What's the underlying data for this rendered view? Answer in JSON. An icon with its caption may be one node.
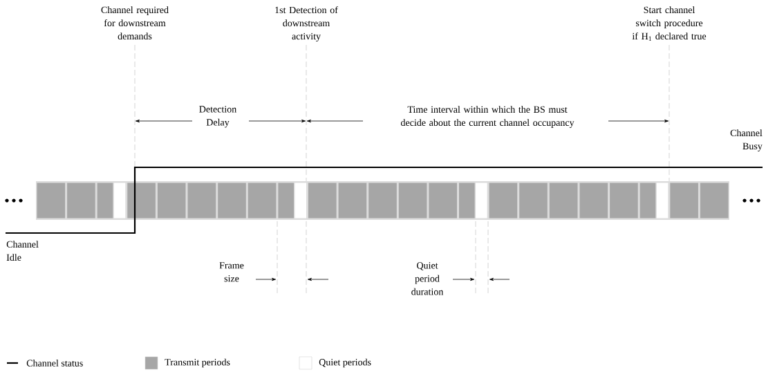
{
  "diagram": {
    "labels": [
      "Channel required for downstream demands",
      "1st Detection of downstream activity",
      "Start channel switch procedure if H$_{1}$ declared true",
      "Detection Delay",
      "Time interval within which the BS must decide about the current channel occupancy",
      "Channel Busy",
      "Channel Idle",
      "Frame size",
      "Quiet period duration"
    ],
    "legend": [
      {
        "text": "Channel status"
      },
      {
        "text": "Transmit periods",
        "color": "#a6a6a6"
      },
      {
        "text": "Quiet periods",
        "color": "#ffffff"
      }
    ]
  }
}
